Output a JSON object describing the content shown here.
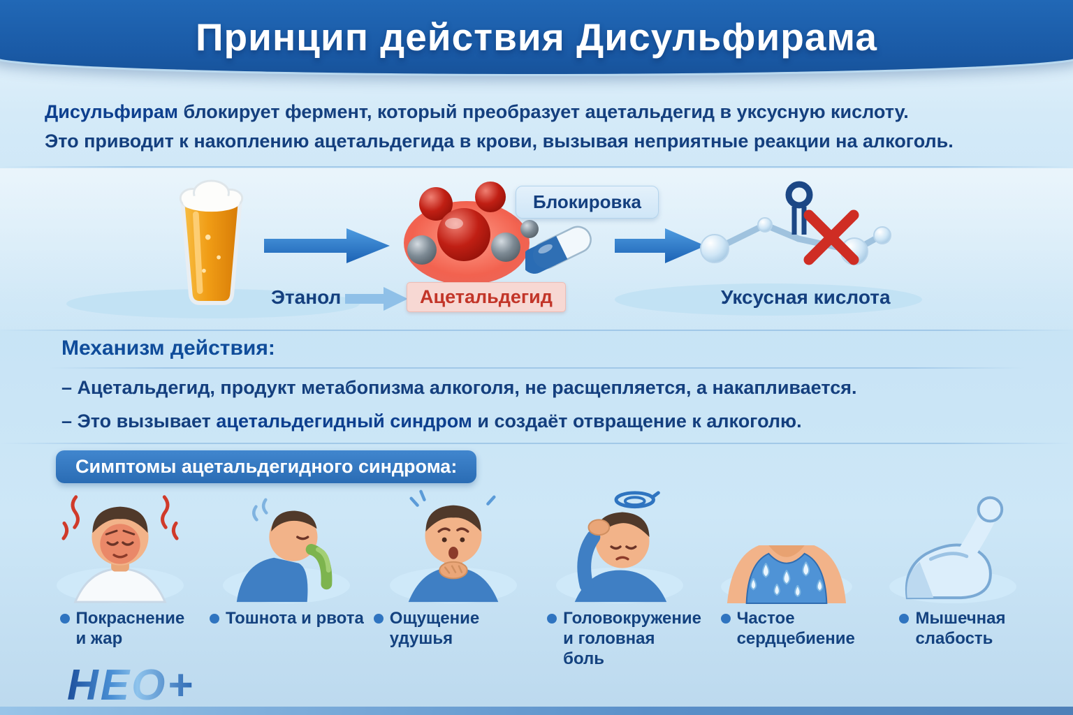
{
  "header": {
    "title": "Принцип действия Дисульфирама"
  },
  "intro": {
    "line1_bold": "Дисульфирам",
    "line1_rest": " блокирует фермент, который преобразует ацетальдегид в уксусную кислоту.",
    "line2": "Это приводит к накоплению ацетальдегида в крови, вызывая неприятные реакции на алкоголь."
  },
  "diagram": {
    "ethanol_label": "Этанол",
    "acetaldehyde_label": "Ацетальдегид",
    "block_label": "Блокировка",
    "acetic_acid_label": "Уксусная кислота"
  },
  "mechanism": {
    "heading": "Механизм действия:",
    "bullet1": "– Ацетальдегид, продукт метабопизма алкоголя, не расщепляется, а накапливается.",
    "bullet2_prefix": "– Это вызывает ",
    "bullet2_bold": "ацетальдегидный синдром",
    "bullet2_rest": " и создаёт отвращение к алкоголю."
  },
  "symptoms": {
    "banner": "Симптомы ацетальдегидного синдрома:",
    "items": [
      {
        "label": "Покраснение и жар"
      },
      {
        "label": "Тошнота и рвота"
      },
      {
        "label": "Ощущение удушья"
      },
      {
        "label": "Головокружение и головная боль"
      },
      {
        "label": "Частое сердцебиение"
      },
      {
        "label": "Мышечная слабость"
      }
    ]
  },
  "logo": {
    "text": "НЕО+"
  },
  "colors": {
    "header_blue": "#1a5aa6",
    "text_blue": "#143f7e",
    "accent_red": "#c23528",
    "pink_box": "#f7d8d3",
    "light_blue_bg": "#cde7f7"
  },
  "icons": [
    "beer-glass-icon",
    "arrow-right-icon",
    "molecule-icon",
    "capsule-pill-icon",
    "red-x-icon",
    "flushed-face-icon",
    "vomiting-icon",
    "choking-icon",
    "dizzy-icon",
    "sweating-torso-icon",
    "flexed-arm-icon",
    "bullet-dot"
  ]
}
